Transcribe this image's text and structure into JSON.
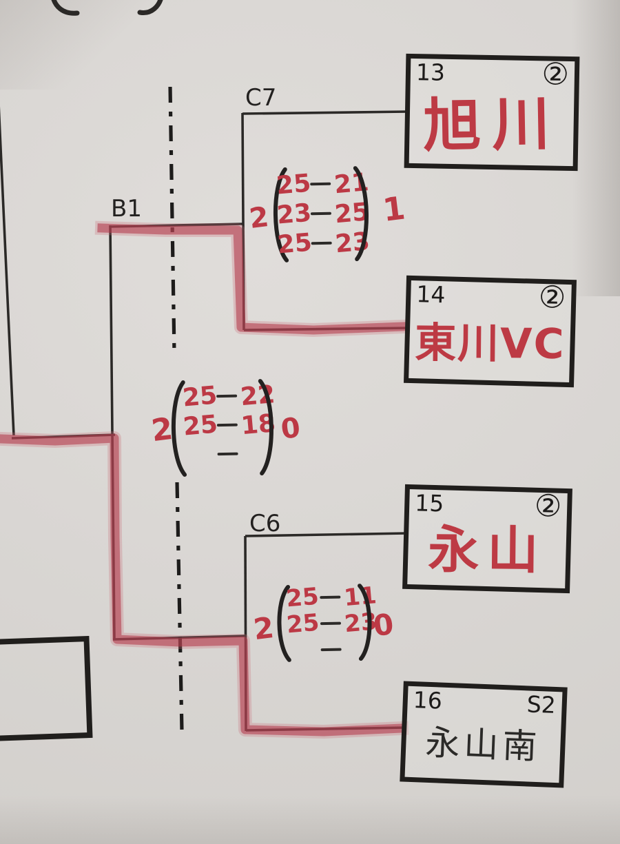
{
  "colors": {
    "paper": "#d9d6d3",
    "ink_black": "#2b2927",
    "marker_red": "#b43a4c",
    "handwriting_red": "#bd3a44"
  },
  "bracket": {
    "teams": [
      {
        "box_no": "13",
        "seed": "②",
        "name": "旭川"
      },
      {
        "box_no": "14",
        "seed": "②",
        "name": "東川VC"
      },
      {
        "box_no": "15",
        "seed": "②",
        "name": "永山"
      },
      {
        "box_no": "16",
        "seed": "S2",
        "name": "永山南"
      }
    ],
    "matches": [
      {
        "id": "C7",
        "sets_left": "2",
        "sets_right": "1",
        "set_scores": [
          [
            "25",
            "21"
          ],
          [
            "23",
            "25"
          ],
          [
            "25",
            "23"
          ]
        ]
      },
      {
        "id": "B1",
        "sets_left": "2",
        "sets_right": "0",
        "set_scores": [
          [
            "25",
            "22"
          ],
          [
            "25",
            "18"
          ],
          [
            "",
            ""
          ]
        ]
      },
      {
        "id": "C6",
        "sets_left": "2",
        "sets_right": "0",
        "set_scores": [
          [
            "25",
            "11"
          ],
          [
            "25",
            "23"
          ],
          [
            "",
            ""
          ]
        ]
      }
    ]
  }
}
